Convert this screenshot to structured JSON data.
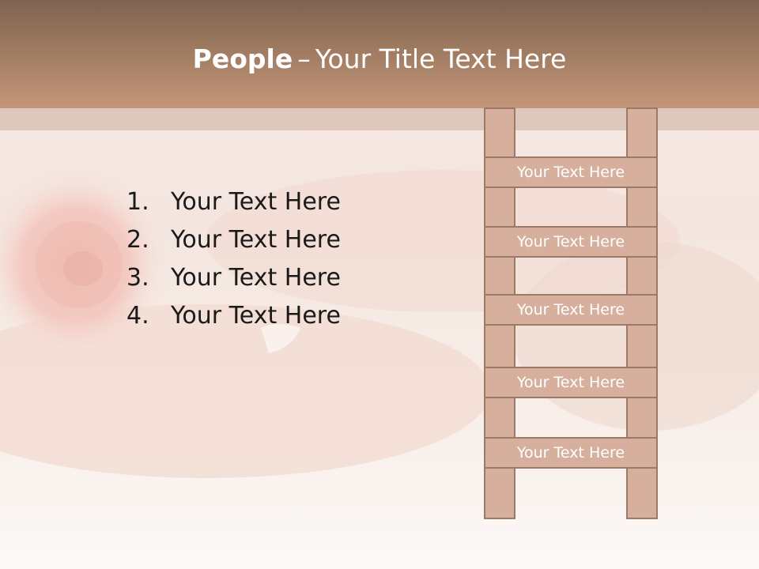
{
  "slide": {
    "title_bold": "People",
    "title_separator": "–",
    "title_rest": "Your Title Text Here",
    "list": [
      {
        "number": "1.",
        "text": "Your Text Here"
      },
      {
        "number": "2.",
        "text": "Your Text Here"
      },
      {
        "number": "3.",
        "text": "Your Text Here"
      },
      {
        "number": "4.",
        "text": "Your Text Here"
      }
    ],
    "ladder_steps": [
      "Your Text Here",
      "Your Text Here",
      "Your Text Here",
      "Your Text Here",
      "Your Text Here"
    ]
  },
  "colors": {
    "header_top": "#7e6352",
    "header_bottom": "#c4967a",
    "ladder_fill": "#d6b09d",
    "ladder_border": "#9d7a68"
  }
}
